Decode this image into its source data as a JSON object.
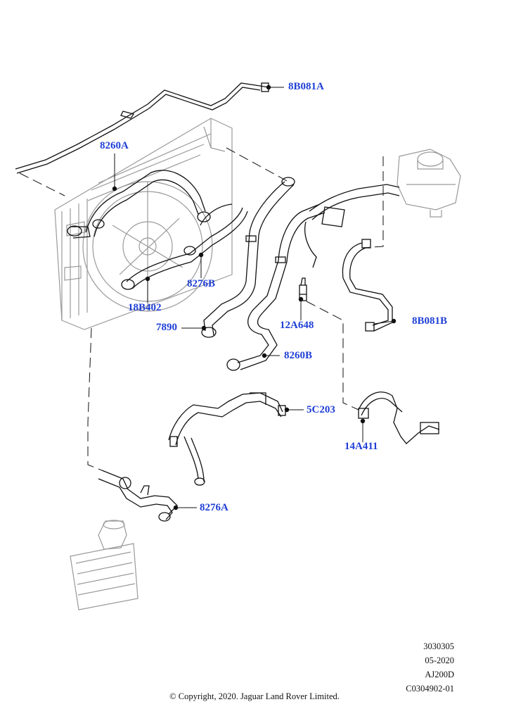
{
  "parts": [
    {
      "id": "8B081A",
      "label": "8B081A"
    },
    {
      "id": "8260A",
      "label": "8260A"
    },
    {
      "id": "8276B",
      "label": "8276B"
    },
    {
      "id": "18B402",
      "label": "18B402"
    },
    {
      "id": "7890",
      "label": "7890"
    },
    {
      "id": "12A648",
      "label": "12A648"
    },
    {
      "id": "8B081B",
      "label": "8B081B"
    },
    {
      "id": "8260B",
      "label": "8260B"
    },
    {
      "id": "5C203",
      "label": "5C203"
    },
    {
      "id": "14A411",
      "label": "14A411"
    },
    {
      "id": "8276A",
      "label": "8276A"
    }
  ],
  "reference": {
    "line1": "3030305",
    "line2": "05-2020",
    "line3": "AJ200D",
    "line4": "C0304902-01"
  },
  "copyright": "© Copyright, 2020. Jaguar Land Rover Limited.",
  "colors": {
    "label": "#1f3fd6",
    "line": "#111111",
    "ghost": "#9a9a9a"
  }
}
